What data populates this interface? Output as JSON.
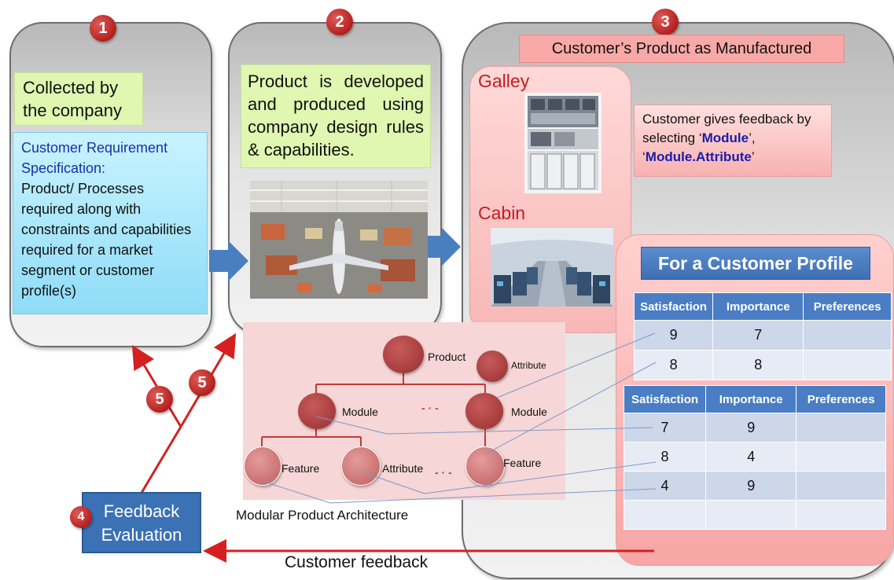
{
  "badges": [
    "1",
    "2",
    "3",
    "4",
    "5",
    "5"
  ],
  "stage1": {
    "note": "Collected by the company",
    "spec_heading": "Customer Requirement Specification:",
    "spec_body": "Product/ Processes required along with constraints and capabilities required for a market segment or customer profile(s)"
  },
  "stage2": {
    "note": "Product is developed and produced using company design rules & capabilities."
  },
  "stage3": {
    "title": "Customer’s Product as Manufactured",
    "galley_label": "Galley",
    "cabin_label": "Cabin",
    "feedback_text_1": "Customer gives feedback by selecting ‘",
    "feedback_kw_1": "Module",
    "feedback_text_2": "’,",
    "feedback_text_3": "‘",
    "feedback_kw_2": "Module.Attribute",
    "feedback_text_4": "’"
  },
  "profile": {
    "header": "For a Customer Profile",
    "columns": [
      "Satisfaction",
      "Importance",
      "Preferences"
    ],
    "table1_rows": [
      [
        "9",
        "7",
        ""
      ],
      [
        "8",
        "8",
        ""
      ]
    ],
    "table2_rows": [
      [
        "7",
        "9",
        ""
      ],
      [
        "8",
        "4",
        ""
      ],
      [
        "4",
        "9",
        ""
      ],
      [
        "",
        "",
        ""
      ]
    ]
  },
  "architecture": {
    "caption": "Modular Product Architecture",
    "labels": {
      "product": "Product",
      "attribute_top": "Attribute",
      "module_left": "Module",
      "module_right": "Module",
      "feature_left": "Feature",
      "attribute_mid": "Attribute",
      "feature_right": "Feature",
      "dash1": "- · -",
      "dash2": "- · -"
    }
  },
  "evaluation": {
    "line1": "Feedback",
    "line2": "Evaluation"
  },
  "feedback_arrow_label": "Customer feedback",
  "colors": {
    "accent_red": "#d62020",
    "arrow_blue": "#4a7fbf",
    "table_header": "#4a7dc4",
    "eval_box": "#3b71b5"
  }
}
